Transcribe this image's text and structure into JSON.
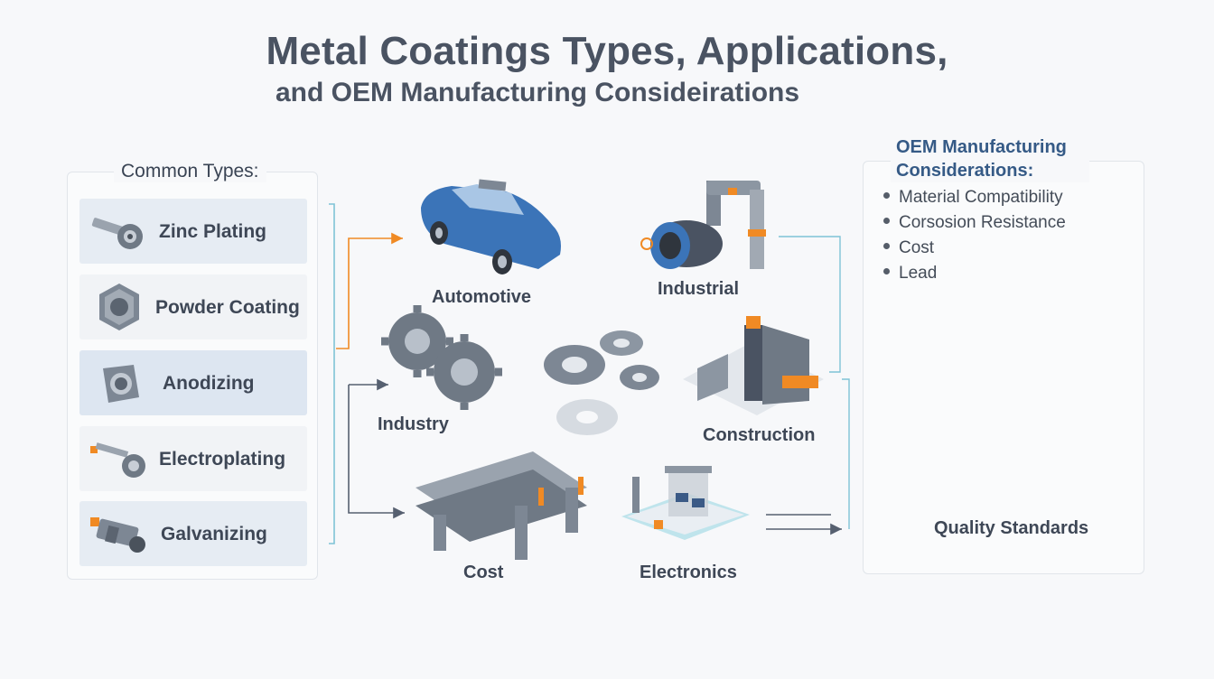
{
  "title": {
    "line1": "Metal Coatings Types, Applications,",
    "line2": "and OEM Manufacturing Consideirations"
  },
  "common_types": {
    "heading": "Common Types:",
    "items": [
      {
        "label": "Zinc Plating",
        "icon": "bolt-nut-icon"
      },
      {
        "label": "Powder Coating",
        "icon": "hex-nut-icon"
      },
      {
        "label": "Anodizing",
        "icon": "ring-bracket-icon"
      },
      {
        "label": "Electroplating",
        "icon": "threaded-bolt-icon"
      },
      {
        "label": "Galvanizing",
        "icon": "pipe-fitting-icon"
      }
    ]
  },
  "applications": {
    "automotive": "Automotive",
    "industrial": "Industrial",
    "industry": "Industry",
    "construction": "Construction",
    "cost": "Cost",
    "electronics": "Electronics"
  },
  "oem": {
    "heading_line1": "OEM Manufacturing",
    "heading_line2": "Considerations:",
    "bullets": [
      "Material Compatibility",
      "Corsosion Resistance",
      "Cost",
      "Lead"
    ],
    "quality": "Quality Standards"
  },
  "colors": {
    "accent_orange": "#f08a24",
    "accent_blue": "#3b74b8",
    "steel": "#7d8794",
    "connector": "#7fc3d6"
  }
}
